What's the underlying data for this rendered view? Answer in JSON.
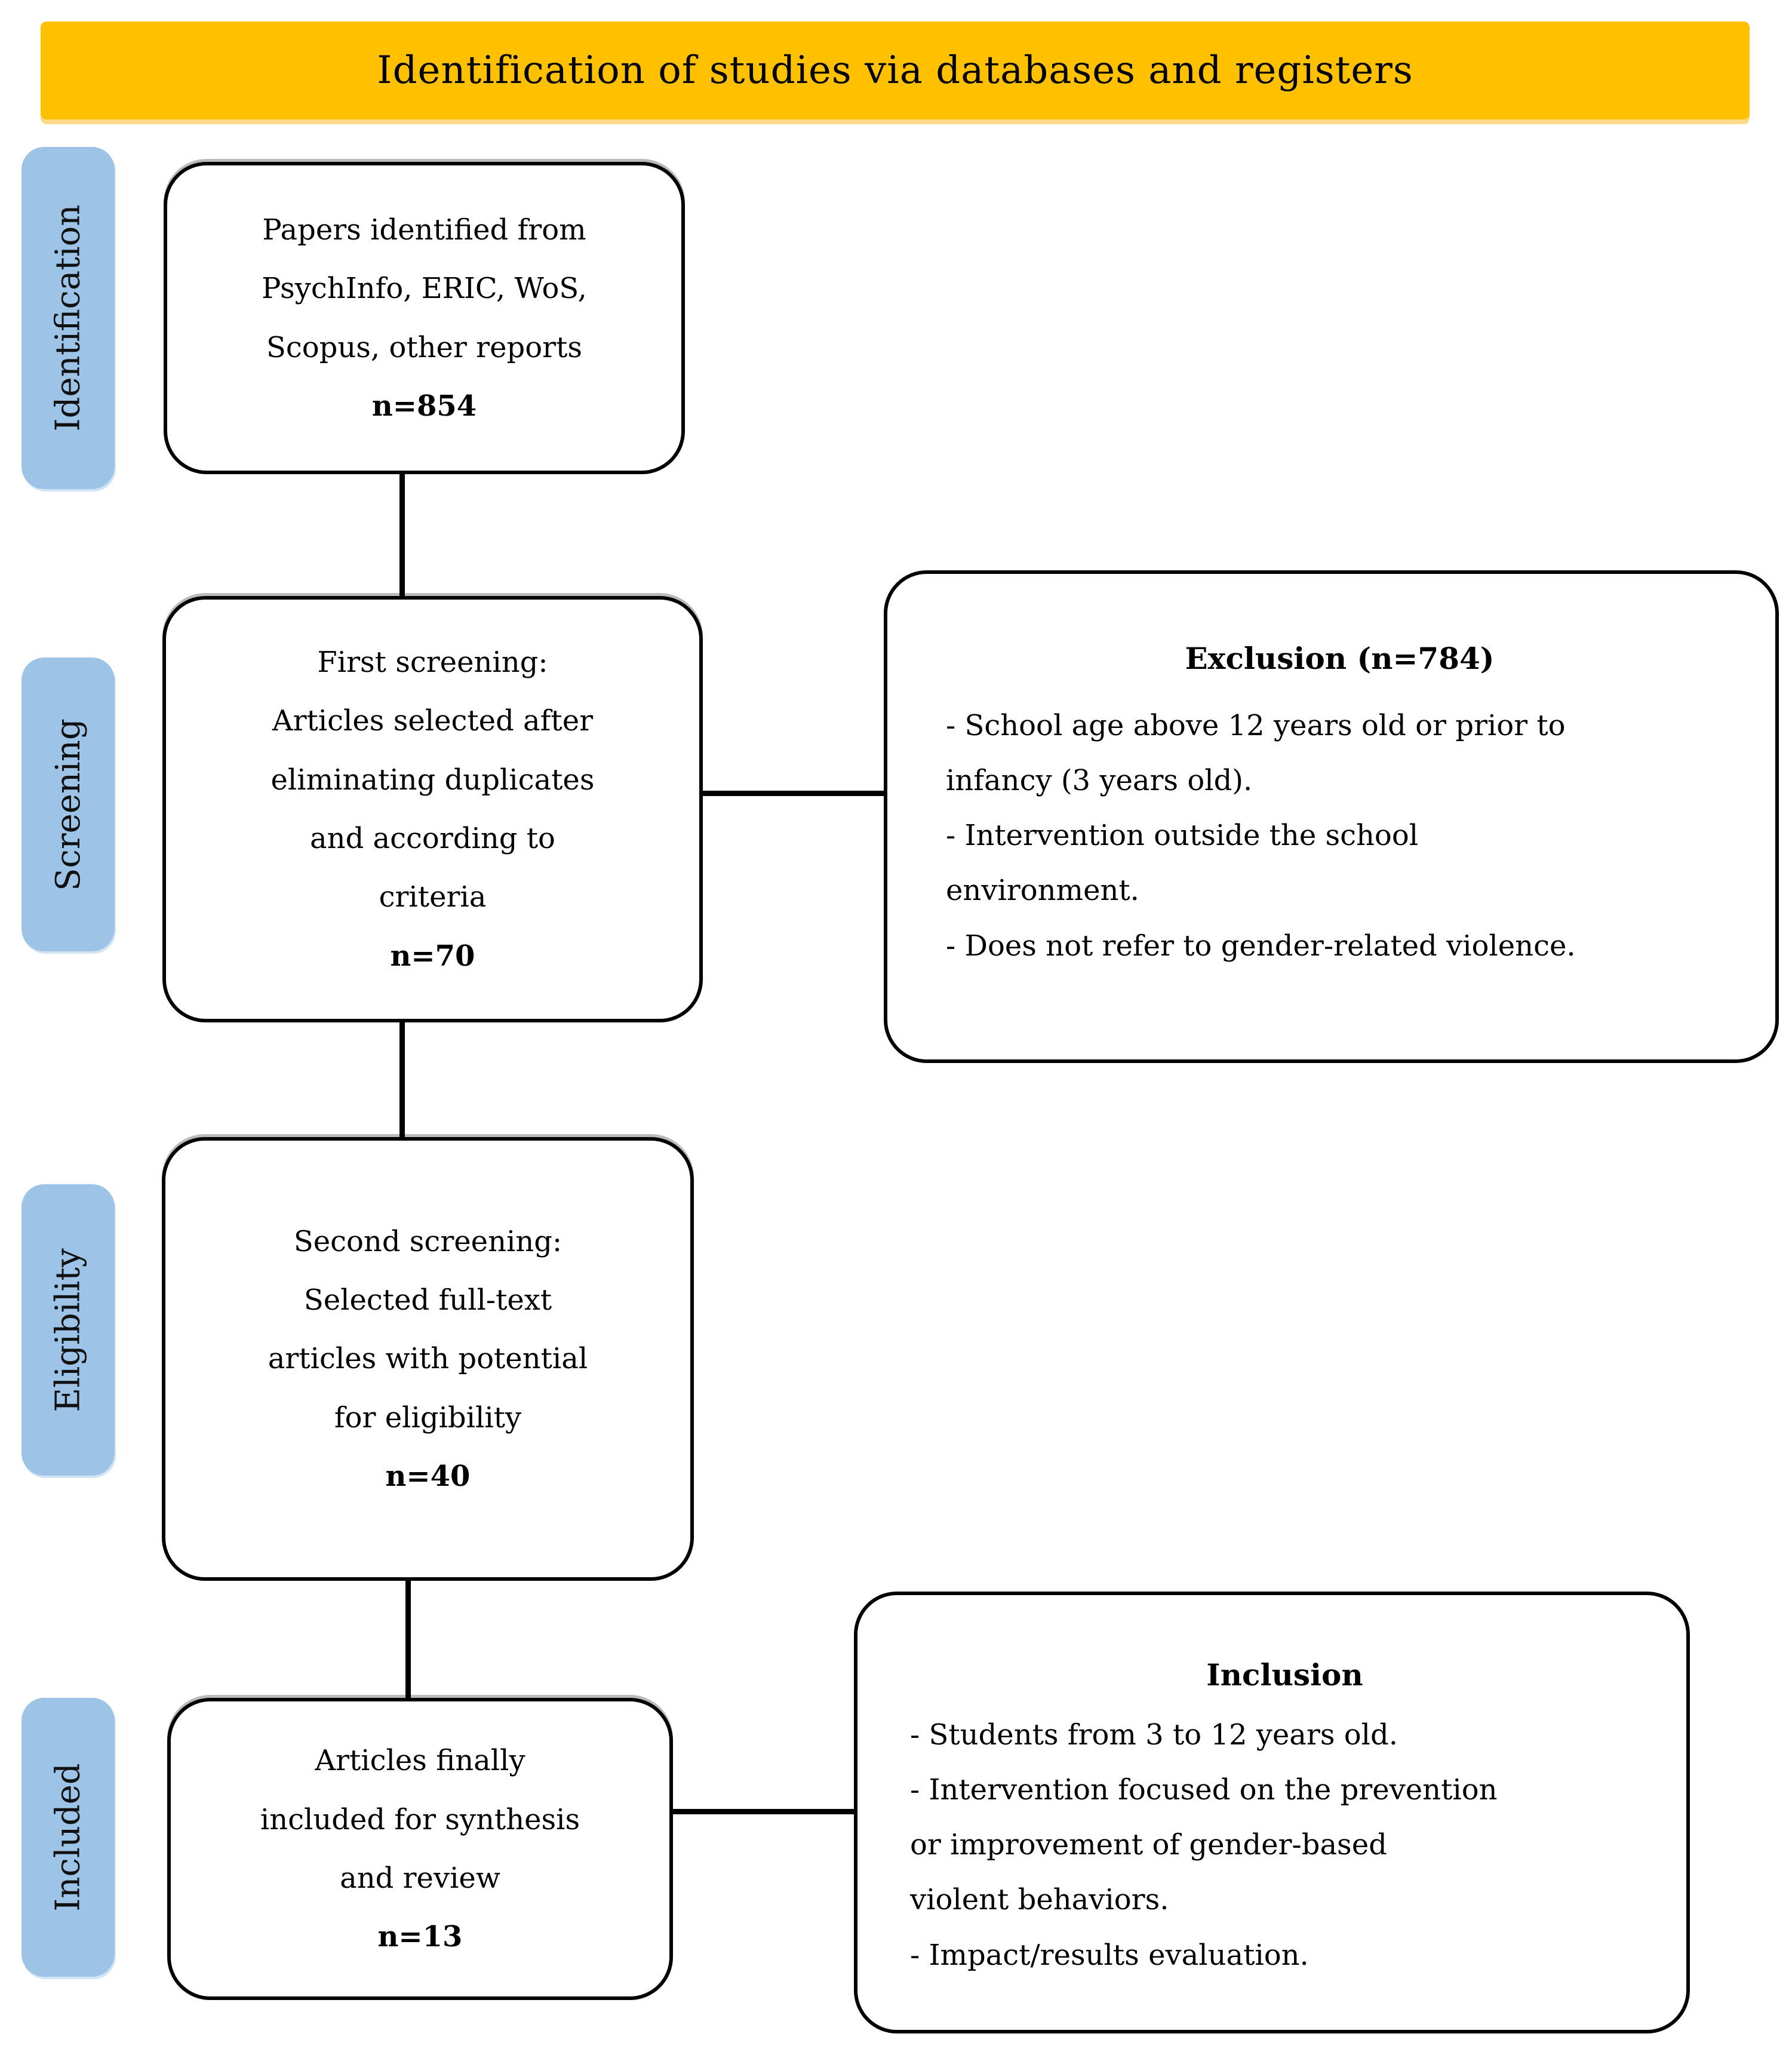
{
  "header": {
    "title": "Identification of studies via databases and registers"
  },
  "stages": [
    {
      "label": "Identification"
    },
    {
      "label": "Screening"
    },
    {
      "label": "Eligibility"
    },
    {
      "label": "Included"
    }
  ],
  "flow_boxes": {
    "identification": {
      "lines": [
        "Papers identified from",
        "PsychInfo, ERIC, WoS,",
        "Scopus, other reports"
      ],
      "n": "n=854"
    },
    "first_screening": {
      "lines": [
        "First screening:",
        "Articles selected after",
        "eliminating duplicates",
        "and according to",
        "criteria"
      ],
      "n": "n=70"
    },
    "second_screening": {
      "lines": [
        "Second screening:",
        "Selected full-text",
        "articles with potential",
        "for eligibility"
      ],
      "n": "n=40"
    },
    "included": {
      "lines": [
        "Articles finally",
        "included for synthesis",
        "and review"
      ],
      "n": "n=13"
    }
  },
  "exclusion": {
    "title": "Exclusion (n=784)",
    "bullets": [
      [
        "- School age above 12 years old or prior to",
        "infancy (3 years old)."
      ],
      [
        "- Intervention outside the school",
        "environment."
      ],
      [
        "- Does not refer to gender-related violence."
      ]
    ]
  },
  "inclusion": {
    "title": "Inclusion",
    "bullets": [
      [
        "- Students from 3 to 12 years old."
      ],
      [
        "- Intervention focused on the prevention",
        "or improvement of gender-based",
        "violent behaviors."
      ],
      [
        "- Impact/results evaluation."
      ]
    ]
  },
  "colors": {
    "header_bg": "#FFC000",
    "stage_bg": "#9DC3E6",
    "border": "#000000"
  }
}
